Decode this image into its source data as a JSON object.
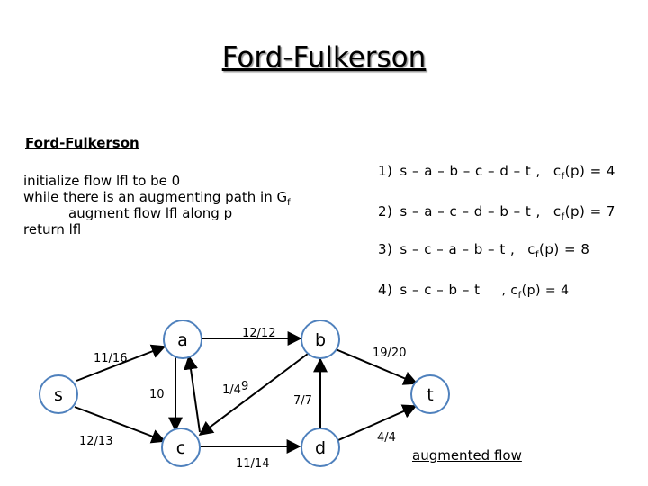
{
  "slide": {
    "title": "Ford-Fulkerson",
    "heading": "Ford-Fulkerson"
  },
  "pseudocode": {
    "line1": "initialize flow lfl to be 0",
    "line2_text": "while there is an augmenting path in G",
    "line2_sub": "f",
    "line3": "augment flow lfl along p",
    "line4": "return lfl"
  },
  "paths": [
    {
      "num": "1)",
      "route": "s – a – b – c – d – t  ,",
      "cf_prefix": "c",
      "cf_sub": "f",
      "cf_suffix": "(p) = 4"
    },
    {
      "num": "2)",
      "route": "s – a – c – d – b – t  ,",
      "cf_prefix": "c",
      "cf_sub": "f",
      "cf_suffix": "(p) = 7"
    },
    {
      "num": "3)",
      "route": "s – c – a – b – t  ,",
      "cf_prefix": "c",
      "cf_sub": "f",
      "cf_suffix": "(p) = 8"
    },
    {
      "num": "4)",
      "route": "s – c – b – t",
      "cf_prefix": ", c",
      "cf_sub": "f",
      "cf_suffix": "(p) = 4"
    }
  ],
  "graph": {
    "node_color": "#4f81bd",
    "edge_color": "#000000",
    "nodes": {
      "s": "s",
      "a": "a",
      "b": "b",
      "c": "c",
      "d": "d",
      "t": "t"
    },
    "edges": {
      "s_a": "11/16",
      "s_c": "12/13",
      "a_b": "12/12",
      "a_c": "10",
      "c_a": "1/4",
      "b_c": "9",
      "c_d": "11/14",
      "d_b": "7/7",
      "b_t": "19/20",
      "d_t": "4/4"
    }
  },
  "footer": {
    "caption": "augmented flow"
  }
}
